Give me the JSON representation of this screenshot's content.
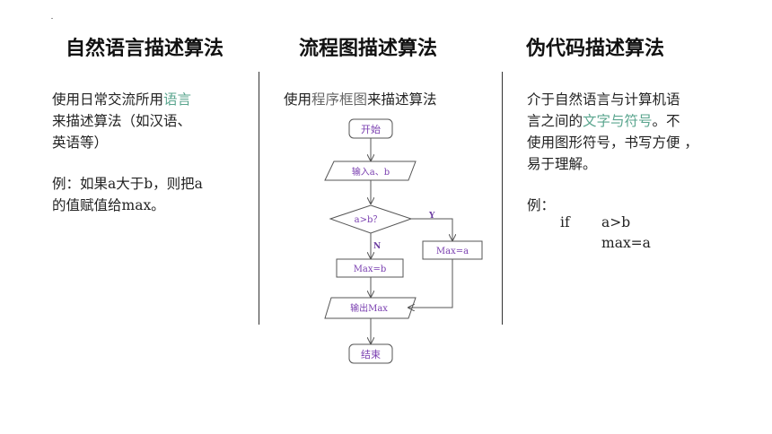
{
  "columns": [
    {
      "title": "自然语言描述算法",
      "desc": {
        "before": "使用日常交流所用",
        "highlight": "语言",
        "line2": "来描述算法（如汉语、",
        "line3": "英语等）"
      },
      "example": {
        "line1": "例：如果a大于b，则把a",
        "line2": "的值赋值给max。"
      }
    },
    {
      "title": "流程图描述算法",
      "desc": {
        "before": "使用",
        "highlight": "程序框图",
        "after": "来描述算法"
      }
    },
    {
      "title": "伪代码描述算法",
      "desc": {
        "line1": "介于自然语言与计算机语",
        "line2_before": "言之间的",
        "line2_highlight": "文字与符号",
        "line2_after": "。不",
        "line3": "使用图形符号，书写方便 ，",
        "line4": "易于理解。"
      },
      "example_label": "例：",
      "code": {
        "line1_kw": "if",
        "line1_cond": "a>b",
        "line2": "max=a"
      }
    }
  ],
  "flowchart": {
    "start": "开始",
    "input": "输入a、b",
    "decision": "a>b？",
    "yes_label": "Y",
    "no_label": "N",
    "yes_box": "Max=a",
    "no_box": "Max=b",
    "output": "输出Max",
    "end": "结束",
    "colors": {
      "text": "#7a3fb0",
      "stroke": "#555555",
      "branch": "#6a3aa0"
    }
  }
}
